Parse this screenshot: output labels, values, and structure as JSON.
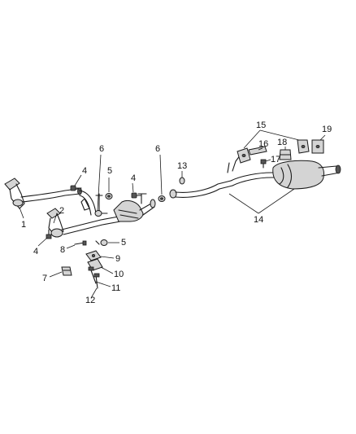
{
  "diagram": {
    "callouts": {
      "c1": "1",
      "c2": "2",
      "c4a": "4",
      "c4b": "4",
      "c4c": "4",
      "c5a": "5",
      "c5b": "5",
      "c6a": "6",
      "c6b": "6",
      "c7": "7",
      "c8": "8",
      "c9": "9",
      "c10": "10",
      "c11": "11",
      "c12": "12",
      "c13": "13",
      "c14": "14",
      "c15": "15",
      "c16": "16",
      "c17": "17",
      "c18": "18",
      "c19": "19"
    }
  }
}
